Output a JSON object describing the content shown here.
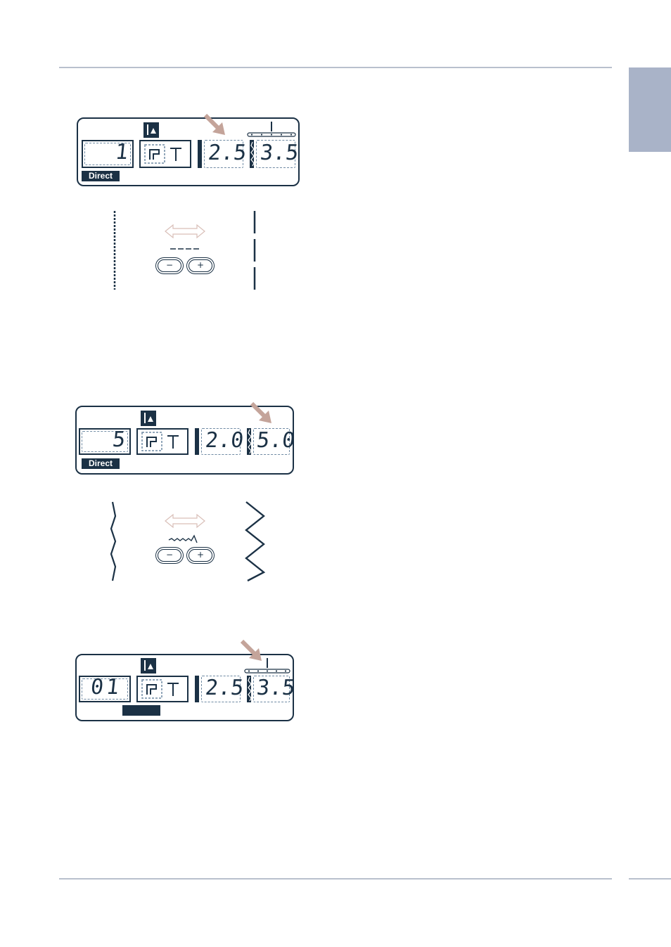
{
  "panel1": {
    "pattern": "1",
    "length": "2.5",
    "width": "3.5",
    "label": "Direct"
  },
  "panel2": {
    "pattern": "5",
    "length": "2.0",
    "width": "5.0",
    "label": "Direct"
  },
  "panel3": {
    "pattern": "01",
    "length": "2.5",
    "width": "3.5",
    "label": ""
  },
  "controls": {
    "minus": "−",
    "plus": "+"
  },
  "colors": {
    "lcd_ink": "#1b3145",
    "segment_dash": "#6f8aa3",
    "arrow": "#c4a49a",
    "rule": "#b9c0cd",
    "tab": "#a9b3c8"
  }
}
